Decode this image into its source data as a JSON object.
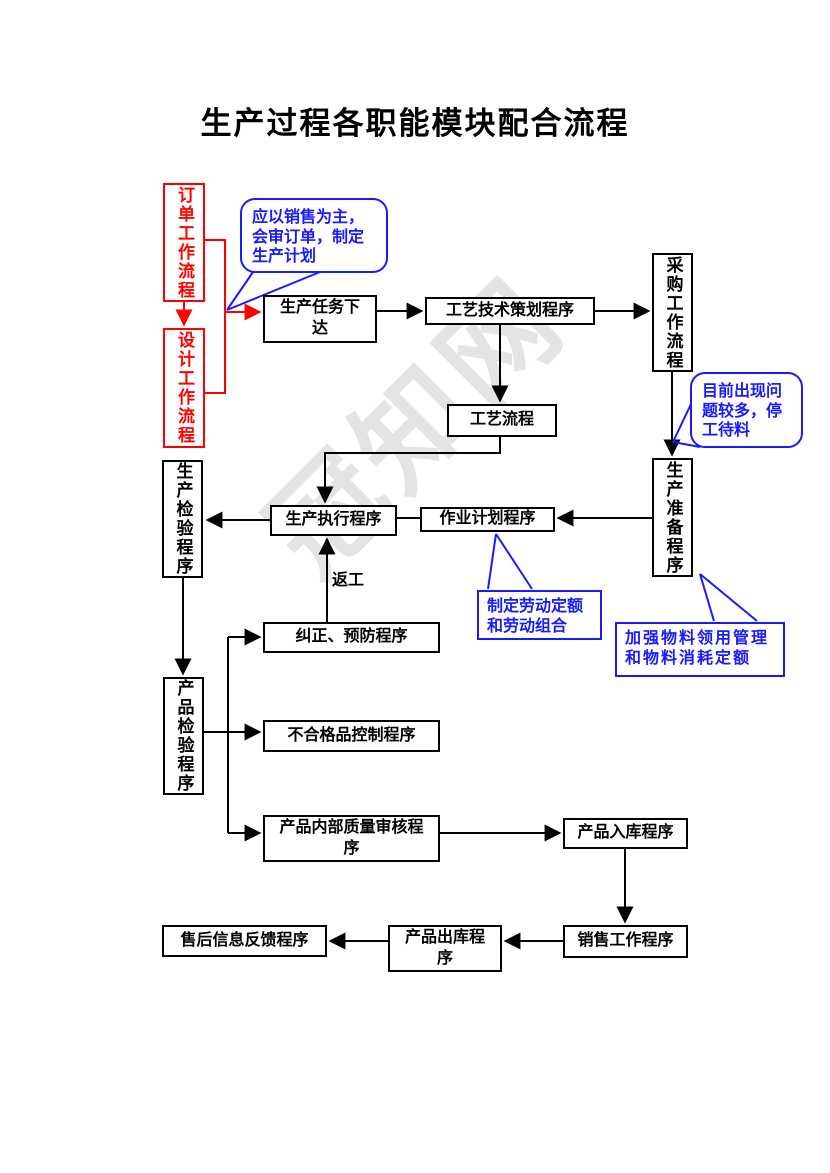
{
  "title": "生产过程各职能模块配合流程",
  "watermark": "冠知网",
  "colors": {
    "flow_line": "#000000",
    "highlight": "#ff0000",
    "annotation": "#1a1aff",
    "watermark": "#e4e4e4"
  },
  "nodes": {
    "order": {
      "label": "订单工作流程"
    },
    "design": {
      "label": "设计工作流程"
    },
    "task": {
      "label": "生产任务下达"
    },
    "craft_plan": {
      "label": "工艺技术策划程序"
    },
    "purchase": {
      "label": "采购工作流程"
    },
    "process": {
      "label": "工艺流程"
    },
    "prep": {
      "label": "生产准备程序"
    },
    "work_plan": {
      "label": "作业计划程序"
    },
    "exec": {
      "label": "生产执行程序"
    },
    "prod_inspect": {
      "label": "生产检验程序"
    },
    "correct": {
      "label": "纠正、预防程序"
    },
    "item_inspect": {
      "label": "产品检验程序"
    },
    "defect": {
      "label": "不合格品控制程序"
    },
    "audit": {
      "label": "产品内部质量审核程序"
    },
    "instock": {
      "label": "产品入库程序"
    },
    "sales": {
      "label": "销售工作程序"
    },
    "outstock": {
      "label": "产品出库程序"
    },
    "feedback": {
      "label": "售后信息反馈程序"
    }
  },
  "annotations": {
    "sales_note": "应以销售为主，会审订单，制定生产计划",
    "material_wait_note": "目前出现问题较多，停工待料",
    "labor_note": "制定劳动定额和劳动组合",
    "material_quota_note": "加强物料领用管理和物料消耗定额"
  },
  "edge_labels": {
    "rework": "返工"
  }
}
